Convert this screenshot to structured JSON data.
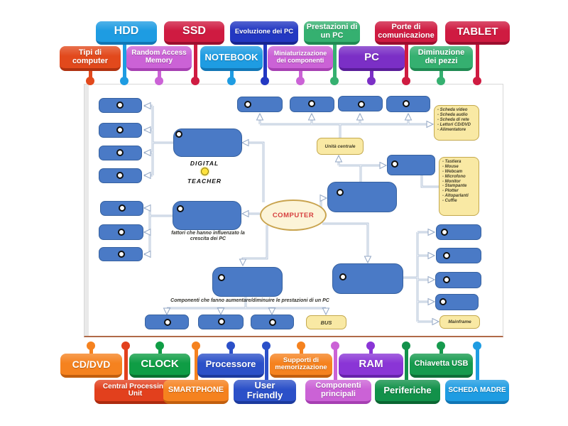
{
  "labels": {
    "top_row1": [
      {
        "text": "HDD",
        "color": "#1e9ce2",
        "shade": "#1176b5"
      },
      {
        "text": "SSD",
        "color": "#cf1b41",
        "shade": "#9c0f2e"
      },
      {
        "text": "Evoluzione dei PC",
        "color": "#2338c2",
        "shade": "#172690"
      },
      {
        "text": "Prestazioni di un PC",
        "color": "#35b070",
        "shade": "#1f8a52"
      },
      {
        "text": "Porte di comunicazione",
        "color": "#cf1b41",
        "shade": "#9c0f2e"
      },
      {
        "text": "TABLET",
        "color": "#cf1b41",
        "shade": "#9c0f2e"
      }
    ],
    "top_row2": [
      {
        "text": "Tipi di computer",
        "color": "#e2491c",
        "shade": "#b03210"
      },
      {
        "text": "Random Access Memory",
        "color": "#cb62d6",
        "shade": "#a63fb2"
      },
      {
        "text": "NOTEBOOK",
        "color": "#1e9ce2",
        "shade": "#1176b5"
      },
      {
        "text": "Miniaturizzazione dei componenti",
        "color": "#cb62d6",
        "shade": "#a63fb2"
      },
      {
        "text": "PC",
        "color": "#7b2fc6",
        "shade": "#591d99"
      },
      {
        "text": "Diminuzione dei pezzi",
        "color": "#35b070",
        "shade": "#1f8a52"
      }
    ],
    "bottom_row1": [
      {
        "text": "CD/DVD",
        "color": "#f5821f",
        "shade": "#c25f0e"
      },
      {
        "text": "CLOCK",
        "color": "#0f9d45",
        "shade": "#0a7130"
      },
      {
        "text": "Processore",
        "color": "#2b50c8",
        "shade": "#1c3a9e"
      },
      {
        "text": "Supporti di memorizzazione",
        "color": "#f5821f",
        "shade": "#c25f0e"
      },
      {
        "text": "RAM",
        "color": "#8a35d6",
        "shade": "#6722ab"
      },
      {
        "text": "Chiavetta USB",
        "color": "#169a4e",
        "shade": "#0e6e37"
      }
    ],
    "bottom_row2": [
      {
        "text": "Central Processing Unit",
        "color": "#e2401d",
        "shade": "#ad2b0f"
      },
      {
        "text": "SMARTPHONE",
        "color": "#f5821f",
        "shade": "#c25f0e"
      },
      {
        "text": "User Friendly",
        "color": "#2b50c8",
        "shade": "#1c3a9e"
      },
      {
        "text": "Componenti principali",
        "color": "#cb62d6",
        "shade": "#a63fb2"
      },
      {
        "text": "Periferiche",
        "color": "#12914a",
        "shade": "#0b6632"
      },
      {
        "text": "SCHEDA MADRE",
        "color": "#1e9ce2",
        "shade": "#1176b5"
      }
    ]
  },
  "diagram": {
    "center_node": "COMPUTER",
    "logo": {
      "line1": "DIGITAL",
      "line2": "TEACHER"
    },
    "unita_centrale": "Unità centrale",
    "bus": "BUS",
    "mainframe": "Mainframe",
    "note_unita": [
      "Scheda video",
      "Scheda audio",
      "Scheda di rete",
      "Lettori CD/DVD",
      "Alimentatore"
    ],
    "note_periferiche": [
      "Tastiera",
      "Mouse",
      "Webcam",
      "Microfono",
      "Monitor",
      "Stampante",
      "Plotter",
      "Altoparlanti",
      "Cuffie"
    ],
    "caption_fattori": "fattori che hanno influenzato la crescita dei PC",
    "caption_componenti": "Componenti che fanno aumentare/diminuire le prestazioni di un PC"
  },
  "colors": {
    "node_blue": "#4a7ac6",
    "note_yellow": "#f9e9a4",
    "computer_text_red": "#d63e3e",
    "wire_gray": "#a6b8d2"
  }
}
